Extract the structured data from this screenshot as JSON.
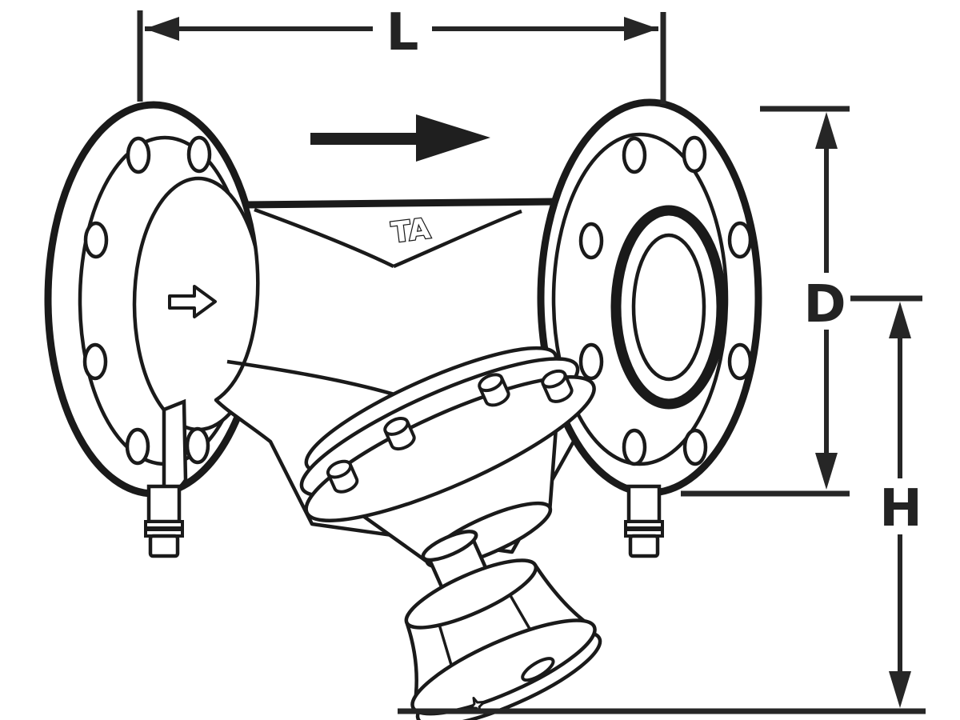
{
  "figure": {
    "type": "technical-dimension-drawing",
    "subject": "flanged Y-pattern balancing valve with measuring drain plugs and handwheel",
    "colors": {
      "background": "#ffffff",
      "drawing_line": "#1a1a1a",
      "dimension_line": "#262626"
    },
    "dimension_labels": {
      "length": "L",
      "flange_diameter": "D",
      "height": "H"
    },
    "brand_mark": "TA",
    "flow_arrows": [
      {
        "name": "flow-direction-arrow",
        "style": "solid",
        "direction": "right"
      },
      {
        "name": "inlet-flow-arrow",
        "style": "outline",
        "direction": "right"
      }
    ]
  }
}
